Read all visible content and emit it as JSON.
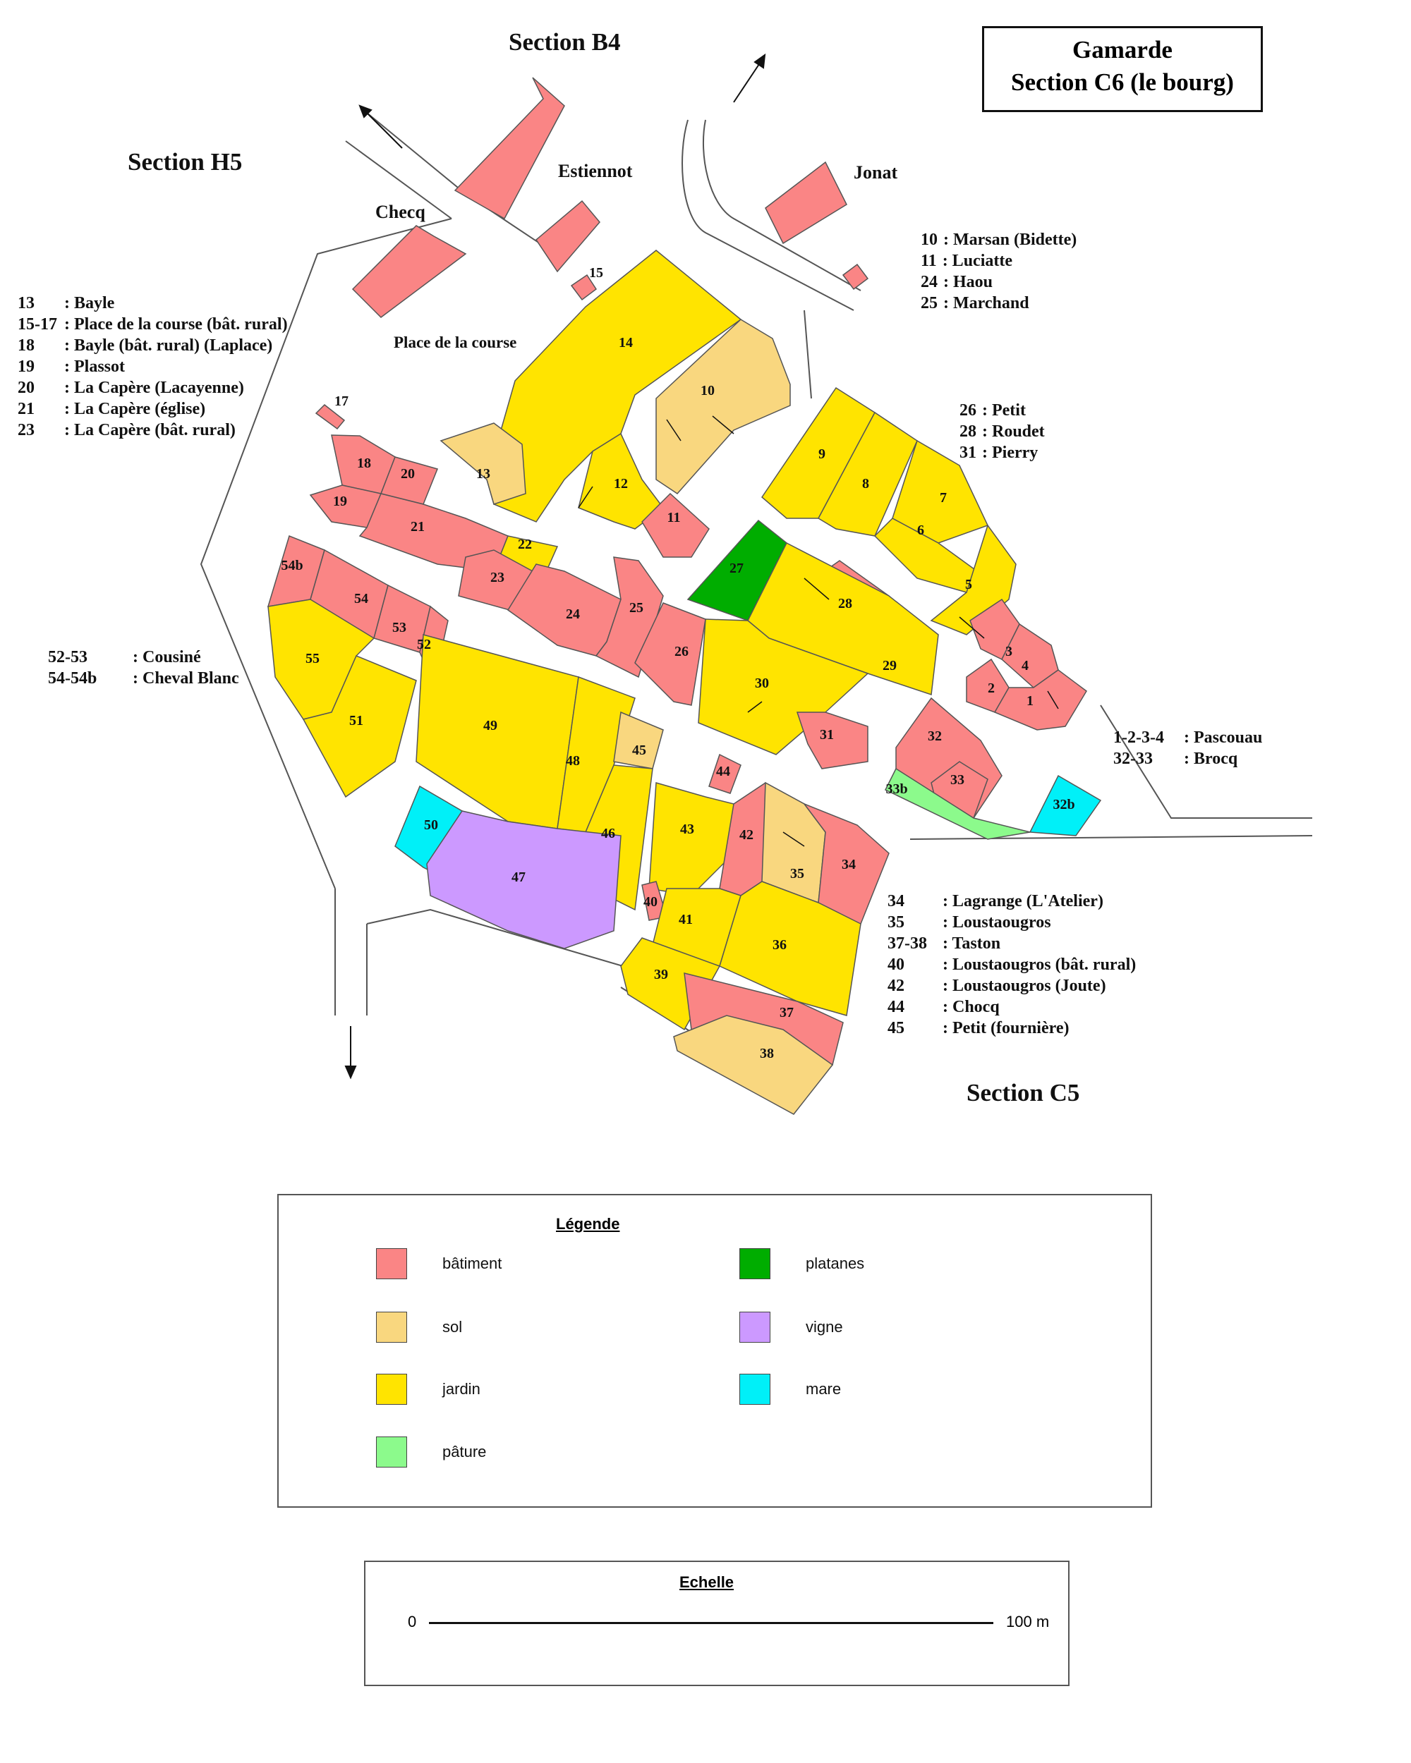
{
  "title": {
    "line1": "Gamarde",
    "line2": "Section C6 (le bourg)"
  },
  "colors": {
    "batiment": "#fa8585",
    "sol": "#f9d77f",
    "jardin": "#ffe400",
    "pature": "#8cfa8c",
    "platanes": "#00ad00",
    "vigne": "#cc99ff",
    "mare": "#00f0f8",
    "road": "#555555"
  },
  "sections": {
    "b4": "Section B4",
    "h5": "Section H5",
    "c5": "Section C5"
  },
  "owners": {
    "estiennot": "Estiennot",
    "jonat": "Jonat",
    "checq": "Checq"
  },
  "place_label": "Place de la course",
  "keys_left": [
    {
      "k": "13",
      "v": ": Bayle"
    },
    {
      "k": "15-17",
      "v": ": Place de la course (bât. rural)"
    },
    {
      "k": "18",
      "v": ": Bayle (bât. rural) (Laplace)"
    },
    {
      "k": "19",
      "v": ": Plassot"
    },
    {
      "k": "20",
      "v": ": La Capère (Lacayenne)"
    },
    {
      "k": "21",
      "v": ": La Capère (église)"
    },
    {
      "k": "23",
      "v": ": La Capère (bât. rural)"
    }
  ],
  "keys_top_right": [
    {
      "k": "10",
      "v": ": Marsan (Bidette)"
    },
    {
      "k": "11",
      "v": ": Luciatte"
    },
    {
      "k": "24",
      "v": ": Haou"
    },
    {
      "k": "25",
      "v": ": Marchand"
    }
  ],
  "keys_mid_right": [
    {
      "k": "26",
      "v": ": Petit"
    },
    {
      "k": "28",
      "v": ": Roudet"
    },
    {
      "k": "31",
      "v": ": Pierry"
    }
  ],
  "keys_cousine": [
    {
      "k": "52-53",
      "v": ": Cousiné"
    },
    {
      "k": "54-54b",
      "v": ": Cheval Blanc"
    }
  ],
  "keys_pascouau": [
    {
      "k": "1-2-3-4",
      "v": ": Pascouau"
    },
    {
      "k": "32-33",
      "v": ": Brocq"
    }
  ],
  "keys_bottom_right": [
    {
      "k": "34",
      "v": ": Lagrange (L'Atelier)"
    },
    {
      "k": "35",
      "v": ": Loustaougros"
    },
    {
      "k": "37-38",
      "v": ": Taston"
    },
    {
      "k": "40",
      "v": ": Loustaougros (bât. rural)"
    },
    {
      "k": "42",
      "v": ": Loustaougros (Joute)"
    },
    {
      "k": "44",
      "v": ": Chocq"
    },
    {
      "k": "45",
      "v": ": Petit (fournière)"
    }
  ],
  "legend": {
    "title": "Légende",
    "items": [
      {
        "label": "bâtiment",
        "color": "#fa8585"
      },
      {
        "label": "sol",
        "color": "#f9d77f"
      },
      {
        "label": "jardin",
        "color": "#ffe400"
      },
      {
        "label": "pâture",
        "color": "#8cfa8c"
      },
      {
        "label": "platanes",
        "color": "#00ad00"
      },
      {
        "label": "vigne",
        "color": "#cc99ff"
      },
      {
        "label": "mare",
        "color": "#00f0f8"
      }
    ]
  },
  "scale": {
    "title": "Echelle",
    "start": "0",
    "end": "100 m"
  },
  "parcels": [
    {
      "id": "14",
      "type": "jardin"
    },
    {
      "id": "10",
      "type": "sol"
    },
    {
      "id": "12",
      "type": "jardin"
    },
    {
      "id": "11",
      "type": "batiment"
    },
    {
      "id": "13",
      "type": "sol"
    },
    {
      "id": "15",
      "type": "batiment"
    },
    {
      "id": "17",
      "type": "batiment"
    },
    {
      "id": "18",
      "type": "batiment"
    },
    {
      "id": "19",
      "type": "batiment"
    },
    {
      "id": "20",
      "type": "batiment"
    },
    {
      "id": "21",
      "type": "batiment"
    },
    {
      "id": "22",
      "type": "jardin"
    },
    {
      "id": "23",
      "type": "batiment"
    },
    {
      "id": "24",
      "type": "batiment"
    },
    {
      "id": "25",
      "type": "batiment"
    },
    {
      "id": "26",
      "type": "batiment"
    },
    {
      "id": "27",
      "type": "platanes"
    },
    {
      "id": "28",
      "type": "batiment"
    },
    {
      "id": "29",
      "type": "jardin"
    },
    {
      "id": "30",
      "type": "jardin"
    },
    {
      "id": "31",
      "type": "batiment"
    },
    {
      "id": "9",
      "type": "jardin"
    },
    {
      "id": "8",
      "type": "jardin"
    },
    {
      "id": "7",
      "type": "jardin"
    },
    {
      "id": "6",
      "type": "jardin"
    },
    {
      "id": "5",
      "type": "jardin"
    },
    {
      "id": "3",
      "type": "batiment"
    },
    {
      "id": "4",
      "type": "batiment"
    },
    {
      "id": "2",
      "type": "batiment"
    },
    {
      "id": "1",
      "type": "batiment"
    },
    {
      "id": "32",
      "type": "batiment"
    },
    {
      "id": "33",
      "type": "batiment"
    },
    {
      "id": "33b",
      "type": "pature"
    },
    {
      "id": "32b",
      "type": "mare"
    },
    {
      "id": "54b",
      "type": "batiment"
    },
    {
      "id": "54",
      "type": "batiment"
    },
    {
      "id": "53",
      "type": "batiment"
    },
    {
      "id": "52",
      "type": "batiment"
    },
    {
      "id": "55",
      "type": "jardin"
    },
    {
      "id": "51",
      "type": "jardin"
    },
    {
      "id": "49",
      "type": "jardin"
    },
    {
      "id": "48",
      "type": "jardin"
    },
    {
      "id": "45",
      "type": "sol"
    },
    {
      "id": "44",
      "type": "batiment"
    },
    {
      "id": "46",
      "type": "jardin"
    },
    {
      "id": "43",
      "type": "jardin"
    },
    {
      "id": "42",
      "type": "batiment"
    },
    {
      "id": "35",
      "type": "sol"
    },
    {
      "id": "34",
      "type": "batiment"
    },
    {
      "id": "50",
      "type": "mare"
    },
    {
      "id": "47",
      "type": "vigne"
    },
    {
      "id": "40",
      "type": "batiment"
    },
    {
      "id": "41",
      "type": "jardin"
    },
    {
      "id": "36",
      "type": "jardin"
    },
    {
      "id": "39",
      "type": "jardin"
    },
    {
      "id": "37",
      "type": "batiment"
    },
    {
      "id": "38",
      "type": "sol"
    }
  ]
}
